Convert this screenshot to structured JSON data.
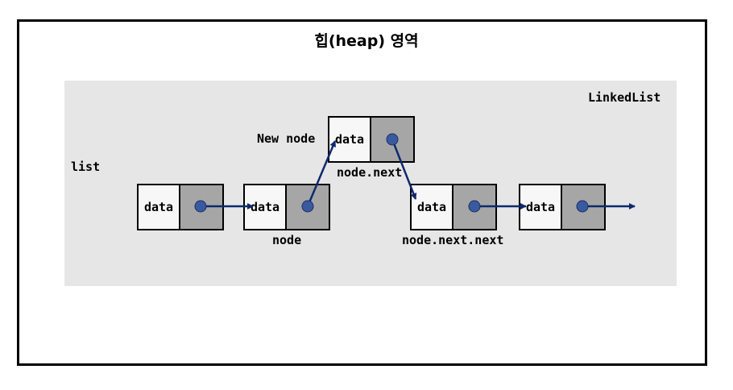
{
  "title": "힙(heap) 영역",
  "panel_label": "LinkedList",
  "list_label": "list",
  "new_node_label": "New node",
  "nodes": [
    {
      "data": "data"
    },
    {
      "data": "data"
    },
    {
      "data": "data"
    },
    {
      "data": "data"
    },
    {
      "data": "data"
    }
  ],
  "labels": {
    "node": "node",
    "node_next": "node.next",
    "node_next_next": "node.next.next"
  },
  "colors": {
    "arrow": "#0d2a6b",
    "pointer_dot": "#3a5aa0",
    "pointer_cell": "#a6a6a6",
    "data_cell": "#f7f7f7",
    "panel": "#e6e6e6"
  }
}
